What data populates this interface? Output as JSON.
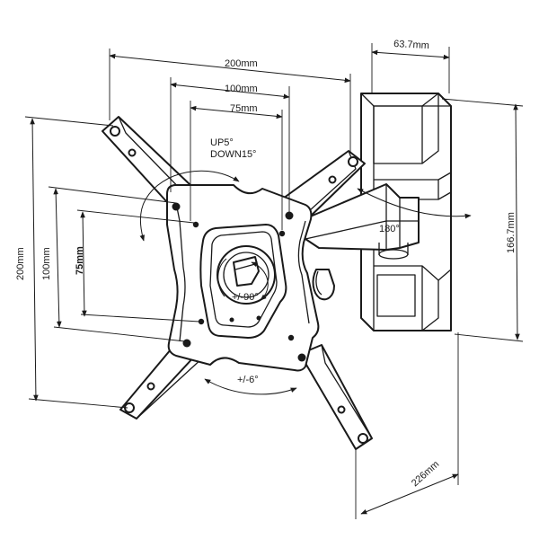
{
  "dimensions": {
    "width_200": "200mm",
    "width_100": "100mm",
    "width_75": "75mm",
    "depth_63_7": "63.7mm",
    "height_200": "200mm",
    "height_100": "100mm",
    "height_75": "75mm",
    "plate_height_166_7": "166.7mm",
    "extension_226": "226mm"
  },
  "adjustments": {
    "tilt_up": "UP5°",
    "tilt_down": "DOWN15°",
    "swivel": "180°",
    "rotation": "+/-90°",
    "level": "+/-6°"
  },
  "icons": {
    "mount": "tv-wall-mount-bracket",
    "arrow": "dimension-arrow"
  },
  "colors": {
    "line": "#1a1a1a",
    "background": "#ffffff"
  }
}
